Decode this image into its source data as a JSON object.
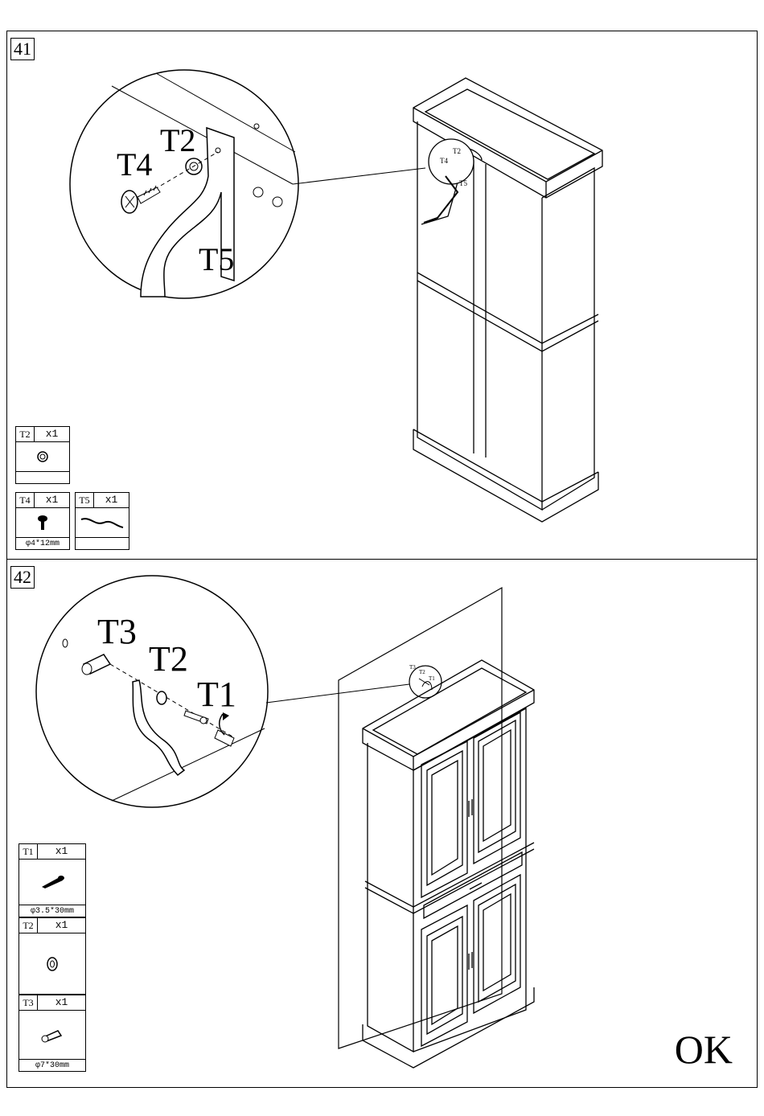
{
  "steps": [
    {
      "number": "41",
      "callouts": {
        "t2": "T2",
        "t4": "T4",
        "t5": "T5"
      },
      "parts": [
        {
          "code": "T2",
          "qty": "x1",
          "spec": ""
        },
        {
          "code": "T4",
          "qty": "x1",
          "spec": "φ4*12mm"
        },
        {
          "code": "T5",
          "qty": "x1",
          "spec": ""
        }
      ]
    },
    {
      "number": "42",
      "callouts": {
        "t1": "T1",
        "t2": "T2",
        "t3": "T3"
      },
      "parts": [
        {
          "code": "T1",
          "qty": "x1",
          "spec": "φ3.5*30mm"
        },
        {
          "code": "T2",
          "qty": "x1",
          "spec": ""
        },
        {
          "code": "T3",
          "qty": "x1",
          "spec": "φ7*30mm"
        }
      ],
      "final_label": "OK"
    }
  ]
}
